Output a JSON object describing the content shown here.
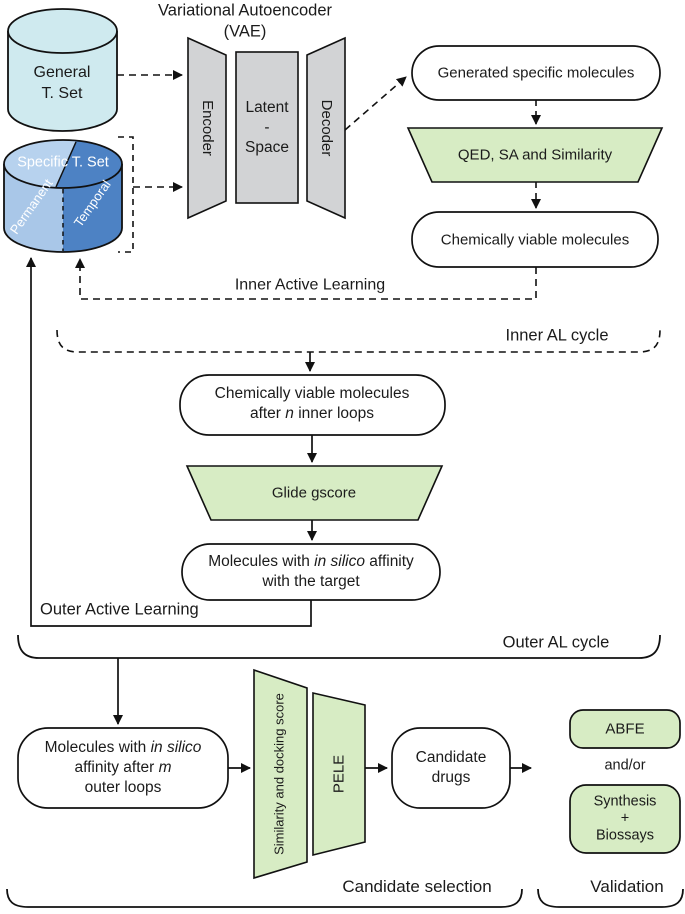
{
  "colors": {
    "general_cylinder": "#cfeaef",
    "permanent_blue": "#a9c7e8",
    "temporal_blue": "#4d82c4",
    "top_split_light": "#b7d2ee",
    "vae_gray": "#d2d3d5",
    "process_green": "#d7ecc4",
    "stroke": "#111111",
    "background": "#ffffff"
  },
  "title": {
    "line1": "Variational Autoencoder",
    "line2": "(VAE)"
  },
  "datasets": {
    "general": {
      "line1": "General",
      "line2": "T. Set"
    },
    "specific": {
      "label": "Specific T. Set",
      "left": "Permanent",
      "right": "Temporal"
    }
  },
  "vae": {
    "encoder": "Encoder",
    "latent": {
      "line1": "Latent",
      "line2": "-",
      "line3": "Space"
    },
    "decoder": "Decoder"
  },
  "inner_cycle": {
    "generated": "Generated specific molecules",
    "filter": "QED, SA and Similarity",
    "viable": "Chemically viable molecules",
    "loop_label": "Inner Active Learning",
    "cycle_label": "Inner AL cycle"
  },
  "outer_cycle": {
    "viable_n": {
      "line1": "Chemically viable molecules",
      "line2_pre": "after ",
      "line2_italic": "n",
      "line2_post": " inner loops"
    },
    "filter": "Glide gscore",
    "affinity": {
      "line1_pre": "Molecules with ",
      "line1_italic": "in silico",
      "line1_post": " affinity",
      "line2": "with the target"
    },
    "loop_label": "Outer Active Learning",
    "cycle_label": "Outer AL cycle"
  },
  "selection": {
    "affinity_m": {
      "line1_pre": "Molecules with ",
      "line1_italic": "in silico",
      "line2_pre": "affinity after ",
      "line2_italic": "m",
      "line3": "outer loops"
    },
    "similarity_filter": "Similarity and docking score",
    "pele": "PELE",
    "candidates": {
      "line1": "Candidate",
      "line2": "drugs"
    },
    "section_label": "Candidate selection"
  },
  "validation": {
    "abfe": "ABFE",
    "andor": "and/or",
    "synthesis": {
      "line1": "Synthesis",
      "line2": "+",
      "line3": "Biossays"
    },
    "section_label": "Validation"
  }
}
